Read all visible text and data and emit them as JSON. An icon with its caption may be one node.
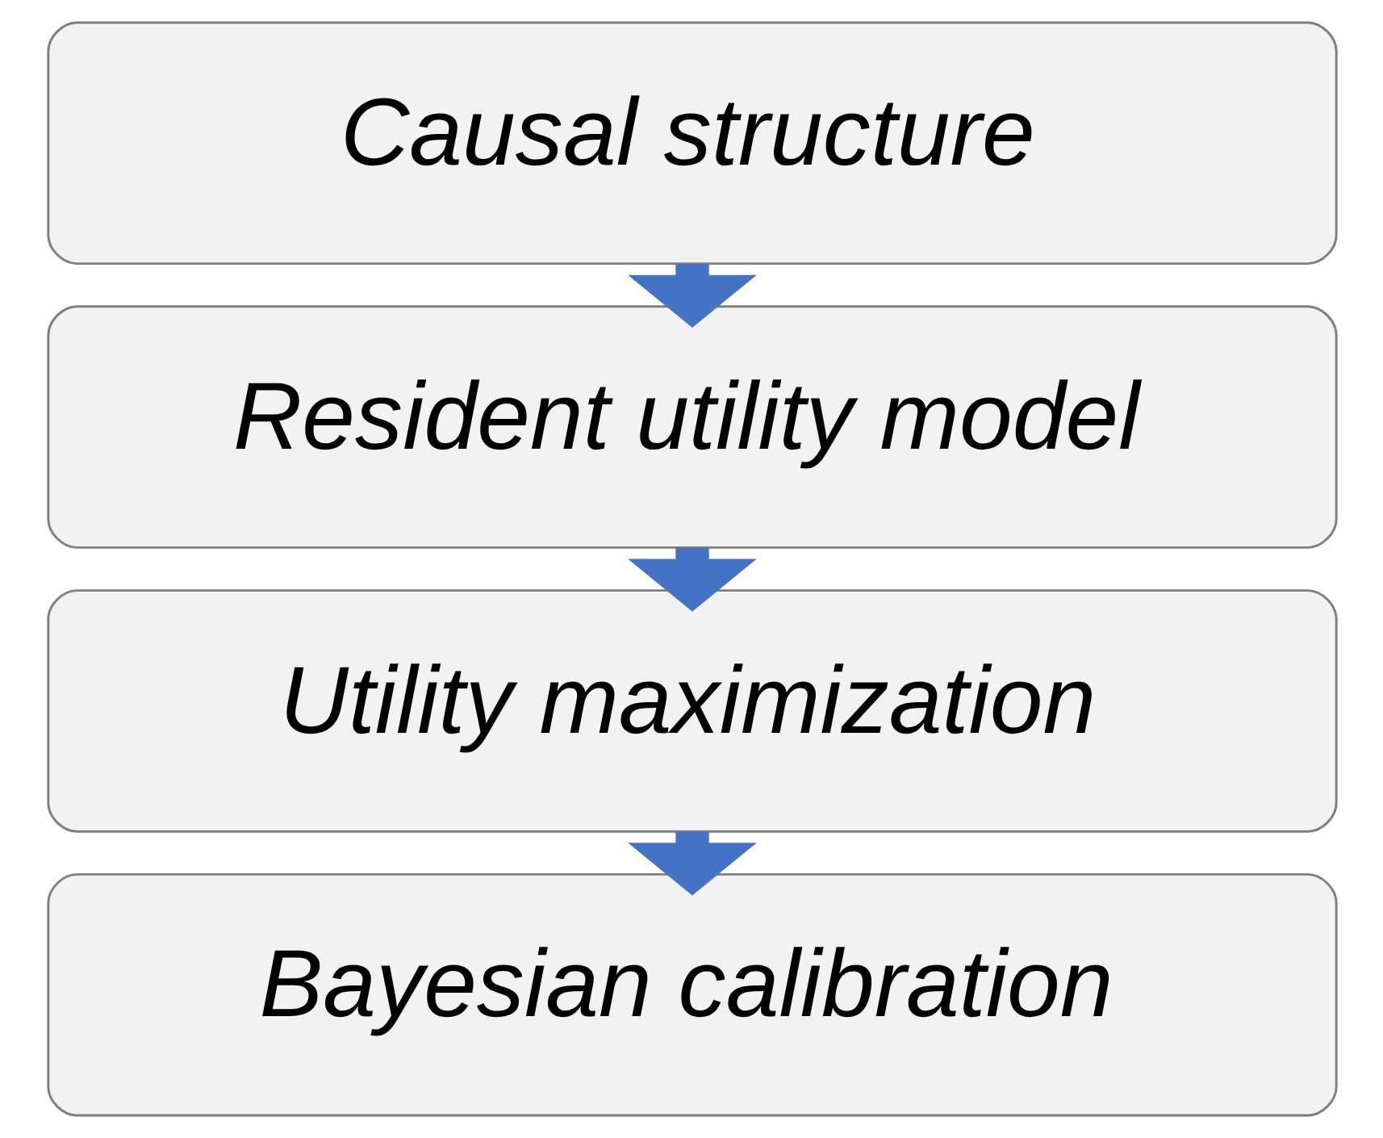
{
  "diagram": {
    "nodes": [
      {
        "text": [
          "Causal structure"
        ]
      },
      {
        "text": [
          "Resident utility model"
        ]
      },
      {
        "text": [
          "Utility maximization"
        ]
      },
      {
        "text": [
          "Bayesian calibration"
        ]
      }
    ],
    "edges": [
      {
        "from": 0,
        "to": 1,
        "arrow": "to"
      },
      {
        "from": 1,
        "to": 2,
        "arrow": "to"
      },
      {
        "from": 2,
        "to": 3,
        "arrow": "to"
      }
    ]
  }
}
